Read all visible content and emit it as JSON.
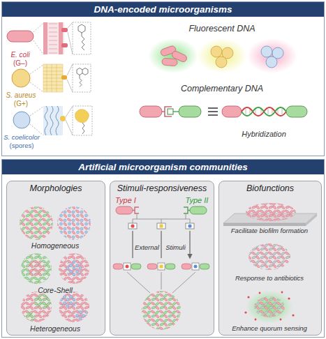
{
  "diagram": {
    "nodes": [
      {
        "text": [
          "DNA-encoded microorganisms"
        ]
      },
      {
        "text": [
          "Artificial microorganism communities"
        ]
      },
      {
        "text": [
          "Morphologies"
        ],
        "in": 1
      },
      {
        "text": [
          "Stimuli-responsiveness"
        ],
        "in": 1
      },
      {
        "text": [
          "Biofunctions"
        ],
        "in": 1
      }
    ],
    "labels": [
      "E. coli",
      "(G–)",
      "S. aureus",
      "(G+)",
      "S. coelicolor",
      "(spores)",
      "Fluorescent DNA",
      "Complementary DNA",
      "Hybridization",
      "Homogeneous",
      "Core-Shell",
      "Heterogeneous",
      "Type I",
      "Type II",
      "External",
      "Stimuli",
      "Facilitate biofilm formation",
      "Response to antibiotics",
      "Enhance quorum sensing"
    ]
  }
}
